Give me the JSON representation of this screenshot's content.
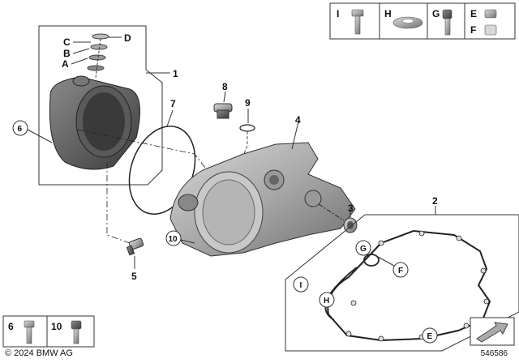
{
  "legend_top": {
    "labels": [
      "I",
      "H",
      "G",
      "E",
      "F"
    ]
  },
  "legend_bottom": {
    "labels": [
      "6",
      "10"
    ]
  },
  "callouts": {
    "c1": "1",
    "c2": "2",
    "c3": "3",
    "c4": "4",
    "c5": "5",
    "c6": "6",
    "c7": "7",
    "c8": "8",
    "c9": "9",
    "c10": "10"
  },
  "stack_labels": {
    "a": "A",
    "b": "B",
    "c": "C",
    "d": "D"
  },
  "gasket_circles": {
    "g": "G",
    "f": "F",
    "i": "I",
    "h": "H",
    "e": "E"
  },
  "footer": {
    "copyright": "© 2024 BMW AG",
    "diagram_id": "546586"
  }
}
